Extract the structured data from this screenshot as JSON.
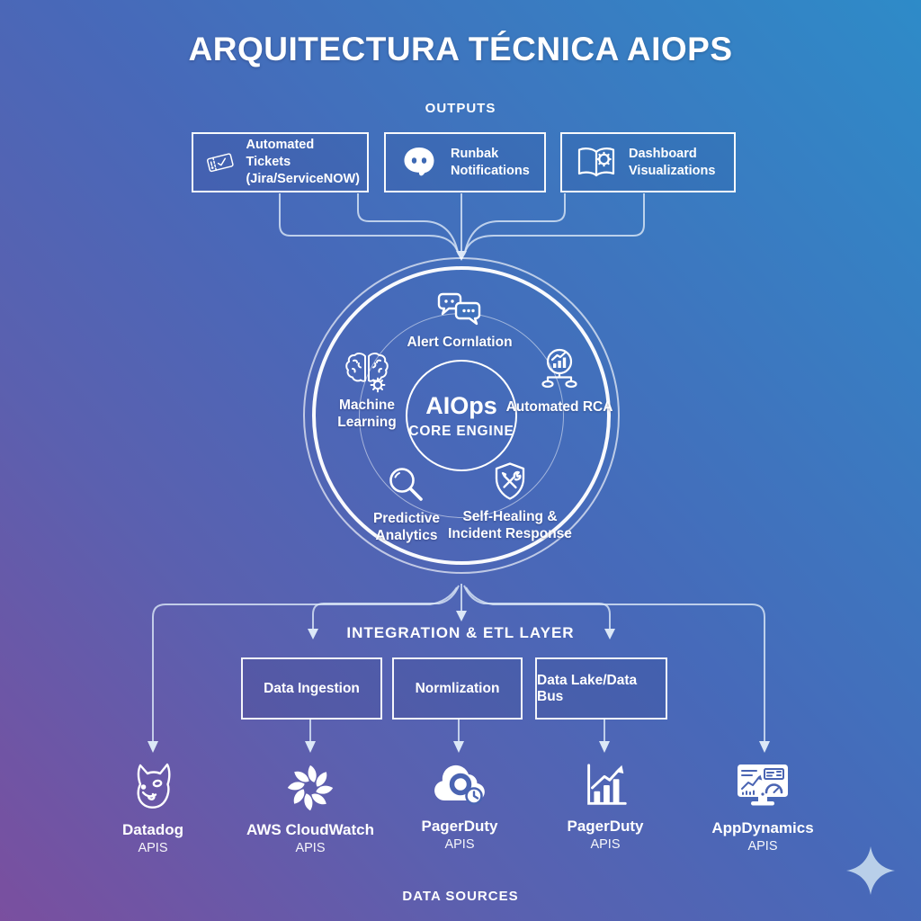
{
  "title": "ARQUITECTURA TÉCNICA AIOPS",
  "outputs": {
    "label": "OUTPUTS",
    "boxes": [
      {
        "icon": "ticket-icon",
        "label": "Automated Tickets\n(Jira/ServiceNOW)"
      },
      {
        "icon": "discord-icon",
        "label": "Runbak\nNotifications"
      },
      {
        "icon": "book-gear-icon",
        "label": "Dashboard\nVisualizations"
      }
    ]
  },
  "core": {
    "name": "AIOps",
    "subtitle": "CORE ENGINE",
    "capabilities": [
      {
        "icon": "chat-bubbles-icon",
        "label": "Alert Cornlation",
        "position": "top"
      },
      {
        "icon": "brain-gear-icon",
        "label": "Machine\nLearning",
        "position": "left"
      },
      {
        "icon": "rca-tree-icon",
        "label": "Automated RCA",
        "position": "right"
      },
      {
        "icon": "magnifier-icon",
        "label": "Predictive\nAnalytics",
        "position": "bottom-left"
      },
      {
        "icon": "shield-tools-icon",
        "label": "Self-Healing &\nIncident Response",
        "position": "bottom-right"
      }
    ]
  },
  "integration": {
    "label": "INTEGRATION & ETL LAYER",
    "boxes": [
      {
        "label": "Data Ingestion"
      },
      {
        "label": "Normlization"
      },
      {
        "label": "Data Lake/Data Bus"
      }
    ]
  },
  "data_sources": {
    "label": "DATA SOURCES",
    "items": [
      {
        "icon": "datadog-icon",
        "name": "Datadog",
        "sub": "APIS"
      },
      {
        "icon": "cloudwatch-swirl-icon",
        "name": "AWS CloudWatch",
        "sub": "APIS"
      },
      {
        "icon": "pagerduty-cloud-icon",
        "name": "PagerDuty",
        "sub": "APIS"
      },
      {
        "icon": "pagerduty-chart-icon",
        "name": "PagerDuty",
        "sub": "APIS"
      },
      {
        "icon": "appdynamics-monitor-icon",
        "name": "AppDynamics",
        "sub": "APIS"
      }
    ]
  },
  "decorations": {
    "sparkle_icon": "sparkle-icon"
  },
  "colors": {
    "bg_gradient_start": "#7a4f9f",
    "bg_gradient_end": "#2e8bc8",
    "foreground": "#ffffff",
    "connector_line": "#dce8f7",
    "icon_cutout_blue": "#4a64b2",
    "sparkle": "#b9cfe9"
  }
}
